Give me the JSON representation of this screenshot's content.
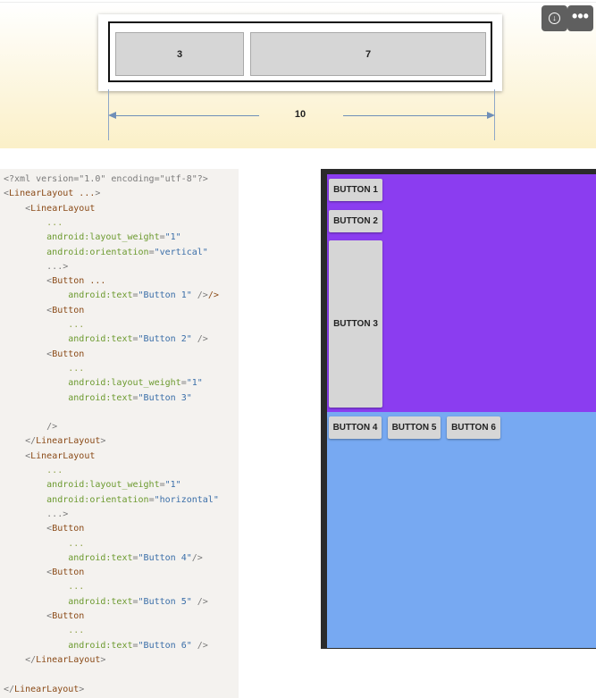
{
  "weight_diagram": {
    "box_left": "3",
    "box_right": "7",
    "total": "10"
  },
  "toolbar": {
    "download_glyph": "↓",
    "more_glyph": "•••"
  },
  "code_lines": [
    [
      [
        "c-punc",
        "<?xml version=\"1.0\" encoding=\"utf-8\"?>"
      ]
    ],
    [
      [
        "c-punc",
        "<"
      ],
      [
        "c-tag",
        "LinearLayout ..."
      ],
      [
        "c-punc",
        ">"
      ]
    ],
    [
      [
        "c-punc",
        "    <"
      ],
      [
        "c-tag",
        "LinearLayout"
      ]
    ],
    [
      [
        "c-dots",
        "        ..."
      ]
    ],
    [
      [
        "c-attr",
        "        android:layout_weight"
      ],
      [
        "c-punc",
        "="
      ],
      [
        "c-str",
        "\"1\""
      ]
    ],
    [
      [
        "c-attr",
        "        android:orientation"
      ],
      [
        "c-punc",
        "="
      ],
      [
        "c-str",
        "\"vertical\""
      ]
    ],
    [
      [
        "c-punc",
        "        ...>"
      ]
    ],
    [
      [
        "c-punc",
        "        <"
      ],
      [
        "c-tag",
        "Button ..."
      ]
    ],
    [
      [
        "c-attr",
        "            android:text"
      ],
      [
        "c-punc",
        "="
      ],
      [
        "c-str",
        "\"Button 1\""
      ],
      [
        "c-punc",
        " />"
      ],
      [
        "c-tag",
        "/>"
      ]
    ],
    [
      [
        "c-punc",
        "        <"
      ],
      [
        "c-tag",
        "Button"
      ]
    ],
    [
      [
        "c-dots",
        "            ..."
      ]
    ],
    [
      [
        "c-attr",
        "            android:text"
      ],
      [
        "c-punc",
        "="
      ],
      [
        "c-str",
        "\"Button 2\""
      ],
      [
        "c-punc",
        " />"
      ]
    ],
    [
      [
        "c-punc",
        "        <"
      ],
      [
        "c-tag",
        "Button"
      ]
    ],
    [
      [
        "c-dots",
        "            ..."
      ]
    ],
    [
      [
        "c-attr",
        "            android:layout_weight"
      ],
      [
        "c-punc",
        "="
      ],
      [
        "c-str",
        "\"1\""
      ]
    ],
    [
      [
        "c-attr",
        "            android:text"
      ],
      [
        "c-punc",
        "="
      ],
      [
        "c-str",
        "\"Button 3\""
      ]
    ],
    [],
    [
      [
        "c-punc",
        "        />"
      ]
    ],
    [
      [
        "c-punc",
        "    </"
      ],
      [
        "c-tag",
        "LinearLayout"
      ],
      [
        "c-punc",
        ">"
      ]
    ],
    [
      [
        "c-punc",
        "    <"
      ],
      [
        "c-tag",
        "LinearLayout"
      ]
    ],
    [
      [
        "c-dots",
        "        ..."
      ]
    ],
    [
      [
        "c-attr",
        "        android:layout_weight"
      ],
      [
        "c-punc",
        "="
      ],
      [
        "c-str",
        "\"1\""
      ]
    ],
    [
      [
        "c-attr",
        "        android:orientation"
      ],
      [
        "c-punc",
        "="
      ],
      [
        "c-str",
        "\"horizontal\""
      ]
    ],
    [
      [
        "c-punc",
        "        ...>"
      ]
    ],
    [
      [
        "c-punc",
        "        <"
      ],
      [
        "c-tag",
        "Button"
      ]
    ],
    [
      [
        "c-dots",
        "            ..."
      ]
    ],
    [
      [
        "c-attr",
        "            android:text"
      ],
      [
        "c-punc",
        "="
      ],
      [
        "c-str",
        "\"Button 4\""
      ],
      [
        "c-punc",
        "/>"
      ]
    ],
    [
      [
        "c-punc",
        "        <"
      ],
      [
        "c-tag",
        "Button"
      ]
    ],
    [
      [
        "c-dots",
        "            ..."
      ]
    ],
    [
      [
        "c-attr",
        "            android:text"
      ],
      [
        "c-punc",
        "="
      ],
      [
        "c-str",
        "\"Button 5\""
      ],
      [
        "c-punc",
        " />"
      ]
    ],
    [
      [
        "c-punc",
        "        <"
      ],
      [
        "c-tag",
        "Button"
      ]
    ],
    [
      [
        "c-dots",
        "            ..."
      ]
    ],
    [
      [
        "c-attr",
        "            android:text"
      ],
      [
        "c-punc",
        "="
      ],
      [
        "c-str",
        "\"Button 6\""
      ],
      [
        "c-punc",
        " />"
      ]
    ],
    [
      [
        "c-punc",
        "    </"
      ],
      [
        "c-tag",
        "LinearLayout"
      ],
      [
        "c-punc",
        ">"
      ]
    ],
    [],
    [
      [
        "c-punc",
        "</"
      ],
      [
        "c-tag",
        "LinearLayout"
      ],
      [
        "c-punc",
        ">"
      ]
    ]
  ],
  "preview": {
    "buttons": [
      "BUTTON 1",
      "BUTTON 2",
      "BUTTON 3",
      "BUTTON 4",
      "BUTTON 5",
      "BUTTON 6"
    ],
    "colors": {
      "top_half": "#8b3df0",
      "bottom_half": "#77a9f2",
      "frame": "#2b2b2b"
    }
  }
}
